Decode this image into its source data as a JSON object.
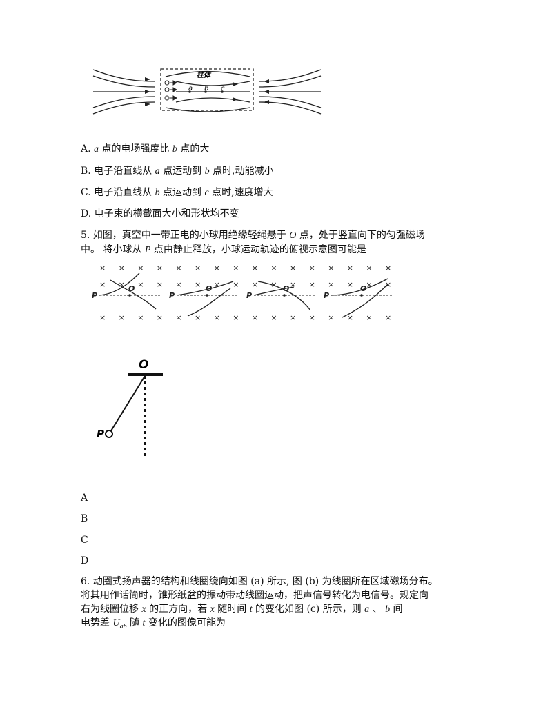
{
  "figure1": {
    "label_box": "柱体",
    "point_a": "a",
    "point_b": "b",
    "point_c": "c"
  },
  "q4_options": {
    "A": {
      "prefix": "A.",
      "var1": "a",
      "mid1": "点的电场强度比",
      "var2": "b",
      "tail": "点的大"
    },
    "B": {
      "prefix": "B. 电子沿直线从",
      "var1": "a",
      "mid1": "点运动到",
      "var2": "b",
      "tail": "点时,动能减小"
    },
    "C": {
      "prefix": "C. 电子沿直线从",
      "var1": "b",
      "mid1": "点运动到",
      "var2": "c",
      "tail": "点时,速度增大"
    },
    "D": {
      "text": "D. 电子束的横截面大小和形状均不变"
    }
  },
  "q5": {
    "line1_a": "5. 如图，真空中一带正电的小球用绝缘轻绳悬于",
    "line1_var": "O",
    "line1_b": "点，处于竖直向下的匀强磁场",
    "line2_a": "中。 将小球从",
    "line2_var": "P",
    "line2_b": "点由静止释放，小球运动轨迹的俯视示意图可能是",
    "panel_P": "P",
    "panel_O": "O",
    "pendulum_O": "O",
    "pendulum_P": "P",
    "options": [
      "A",
      "B",
      "C",
      "D"
    ]
  },
  "q6": {
    "line1": "6. 动圈式扬声器的结构和线圈绕向如图 (a) 所示, 图 (b) 为线圈所在区域磁场分布。",
    "line2": "将其用作话筒时，锥形纸盆的振动带动线圈运动，把声信号转化为电信号。规定向",
    "line3_a": "右为线圈位移",
    "line3_x1": "x",
    "line3_b": "的正方向，若",
    "line3_x2": "x",
    "line3_c": "随时间",
    "line3_t": "t",
    "line3_d": "的变化如图 (c) 所示，则",
    "line3_a_var": "a",
    "line3_sep": "、",
    "line3_b_var": "b",
    "line3_e": "间",
    "line4_a": "电势差",
    "line4_U": "U",
    "line4_sub": "ab",
    "line4_b": "随",
    "line4_t": "t",
    "line4_c": "变化的图像可能为"
  }
}
